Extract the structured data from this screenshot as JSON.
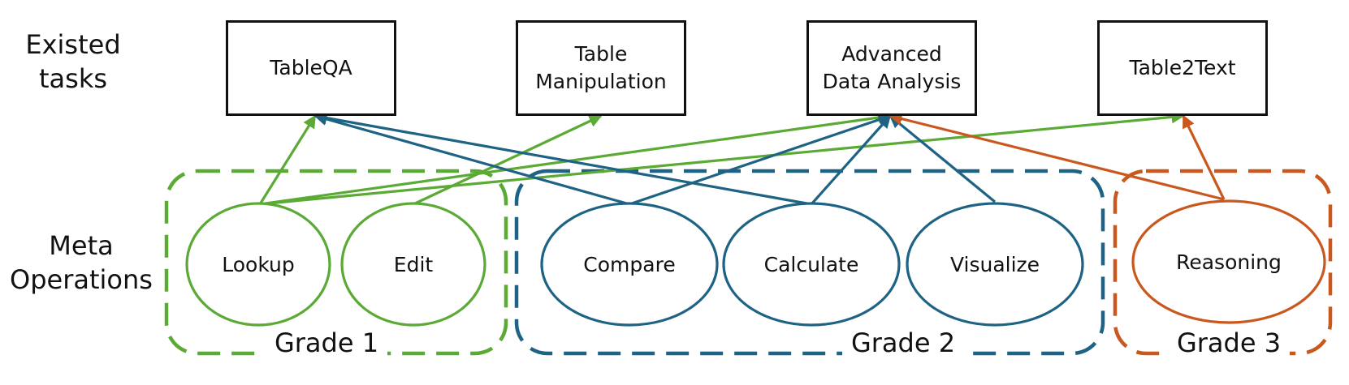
{
  "row_labels": {
    "tasks": [
      "Existed",
      "tasks"
    ],
    "ops": [
      "Meta",
      "Operations"
    ]
  },
  "tasks": [
    {
      "id": "tableqa",
      "lines": [
        "TableQA"
      ]
    },
    {
      "id": "manip",
      "lines": [
        "Table",
        "Manipulation"
      ]
    },
    {
      "id": "ada",
      "lines": [
        "Advanced",
        "Data Analysis"
      ]
    },
    {
      "id": "t2t",
      "lines": [
        "Table2Text"
      ]
    }
  ],
  "operations": [
    {
      "id": "lookup",
      "label": "Lookup",
      "grade": 1
    },
    {
      "id": "edit",
      "label": "Edit",
      "grade": 1
    },
    {
      "id": "compare",
      "label": "Compare",
      "grade": 2
    },
    {
      "id": "calculate",
      "label": "Calculate",
      "grade": 2
    },
    {
      "id": "visualize",
      "label": "Visualize",
      "grade": 2
    },
    {
      "id": "reasoning",
      "label": "Reasoning",
      "grade": 3
    }
  ],
  "grades": [
    {
      "id": 1,
      "label": "Grade 1",
      "color": "#5aaa35"
    },
    {
      "id": 2,
      "label": "Grade 2",
      "color": "#1e6384"
    },
    {
      "id": 3,
      "label": "Grade 3",
      "color": "#c9581f"
    }
  ],
  "edges": [
    [
      "lookup",
      "tableqa"
    ],
    [
      "lookup",
      "ada"
    ],
    [
      "lookup",
      "t2t"
    ],
    [
      "edit",
      "manip"
    ],
    [
      "compare",
      "tableqa"
    ],
    [
      "compare",
      "ada"
    ],
    [
      "calculate",
      "tableqa"
    ],
    [
      "calculate",
      "ada"
    ],
    [
      "visualize",
      "ada"
    ],
    [
      "reasoning",
      "ada"
    ],
    [
      "reasoning",
      "t2t"
    ]
  ]
}
